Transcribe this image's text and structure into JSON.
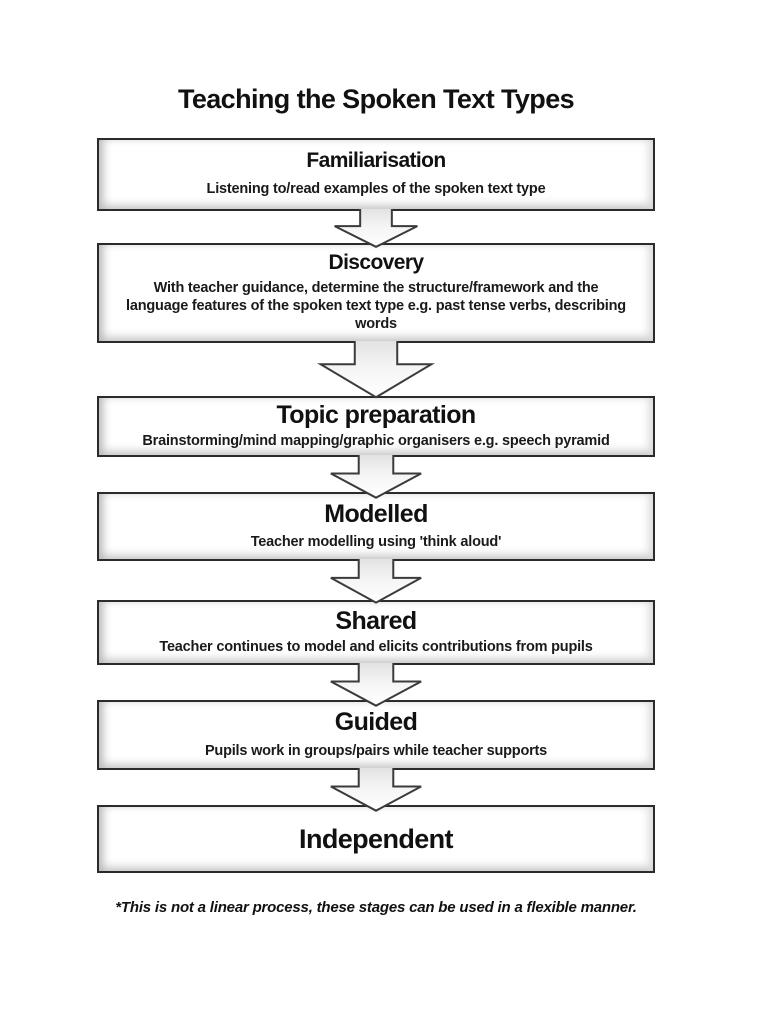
{
  "page": {
    "title": "Teaching the Spoken Text Types",
    "footnote": "*This is not a linear process, these stages can be used in a flexible manner.",
    "background_color": "#ffffff"
  },
  "flowchart": {
    "stages": [
      {
        "title": "Familiarisation",
        "description": "Listening to/read examples of the spoken text type"
      },
      {
        "title": "Discovery",
        "description": "With teacher guidance, determine the structure/framework and the language features of the spoken text type e.g. past tense verbs, describing words"
      },
      {
        "title": "Topic preparation",
        "description": "Brainstorming/mind mapping/graphic organisers e.g. speech pyramid"
      },
      {
        "title": "Modelled",
        "description": "Teacher modelling using 'think aloud'"
      },
      {
        "title": "Shared",
        "description": "Teacher continues to model and elicits contributions from pupils"
      },
      {
        "title": "Guided",
        "description": "Pupils work in groups/pairs while teacher supports"
      },
      {
        "title": "Independent",
        "description": ""
      }
    ],
    "connector": {
      "type": "block-down-arrow",
      "count": 6
    },
    "colors": {
      "box_border": "#2b2b2b",
      "box_fill": "#ffffff",
      "text": "#111111",
      "arrow_outline": "#3b3b3b",
      "arrow_fill_top": "#e2e2e2",
      "arrow_fill_bottom": "#ffffff"
    }
  }
}
